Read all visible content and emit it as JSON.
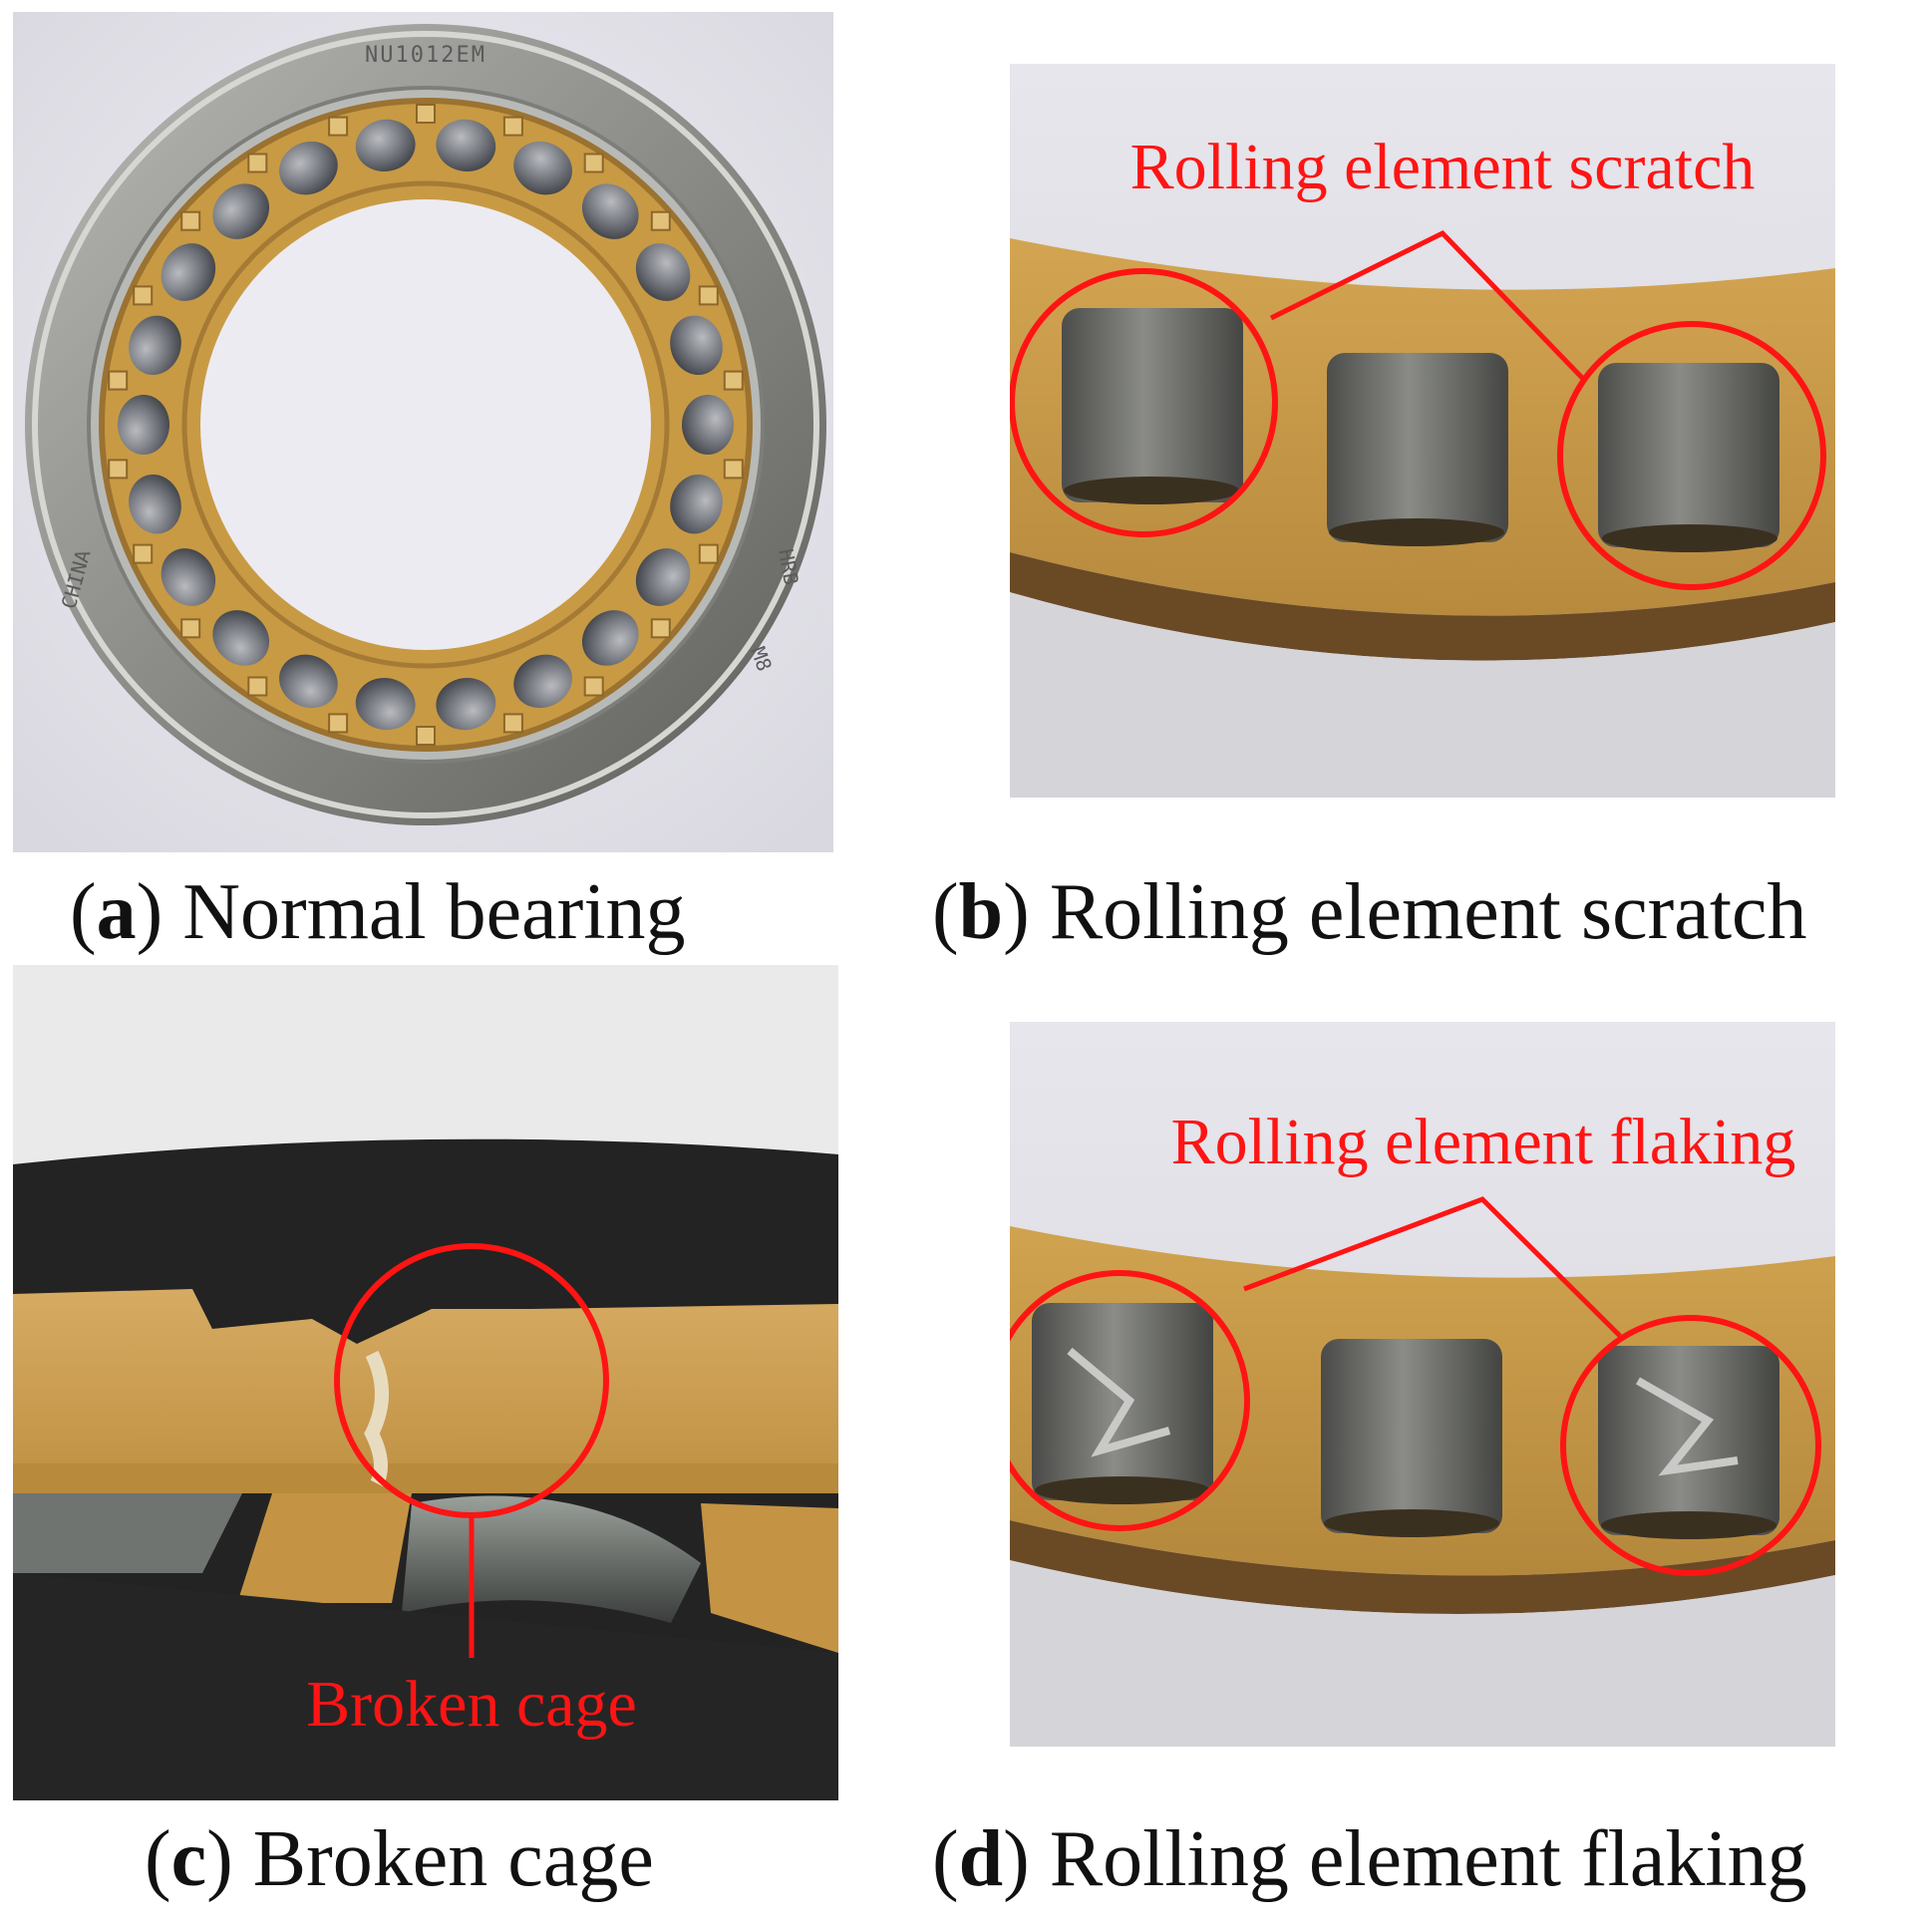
{
  "colors": {
    "annotation": "#ff1414",
    "caption": "#111111",
    "brass": "#c89a44",
    "steel": "#6e6f6b"
  },
  "panels": [
    {
      "letter": "a",
      "caption": "Normal bearing"
    },
    {
      "letter": "b",
      "caption": "Rolling element scratch",
      "annotation": "Rolling element scratch"
    },
    {
      "letter": "c",
      "caption": "Broken cage",
      "annotation": "Broken cage"
    },
    {
      "letter": "d",
      "caption": "Rolling element flaking",
      "annotation": "Rolling element flaking"
    }
  ],
  "bearing_markings": {
    "top": "NU1012EM",
    "left": "CHINA",
    "right_top": "HRB",
    "right_bottom": "M8"
  }
}
